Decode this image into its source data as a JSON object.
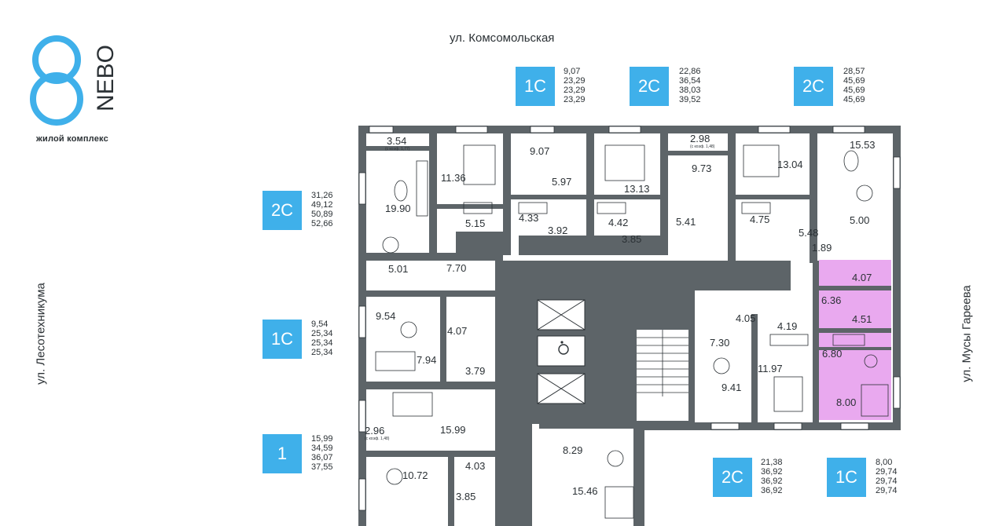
{
  "logo": {
    "name": "NEBO",
    "subtitle": "жилой комплекс"
  },
  "streets": {
    "top": "ул. Комсомольская",
    "left": "ул. Лесотехникума",
    "right": "ул. Мусы Гареева"
  },
  "apartments": [
    {
      "type": "1С",
      "areas": [
        "9,07",
        "23,29",
        "23,29",
        "23,29"
      ]
    },
    {
      "type": "2С",
      "areas": [
        "22,86",
        "36,54",
        "38,03",
        "39,52"
      ]
    },
    {
      "type": "2С",
      "areas": [
        "28,57",
        "45,69",
        "45,69",
        "45,69"
      ]
    },
    {
      "type": "2С",
      "areas": [
        "31,26",
        "49,12",
        "50,89",
        "52,66"
      ]
    },
    {
      "type": "1С",
      "areas": [
        "9,54",
        "25,34",
        "25,34",
        "25,34"
      ]
    },
    {
      "type": "1",
      "areas": [
        "15,99",
        "34,59",
        "36,07",
        "37,55"
      ]
    },
    {
      "type": "2С",
      "areas": [
        "21,38",
        "36,92",
        "36,92",
        "36,92"
      ]
    },
    {
      "type": "1С",
      "areas": [
        "8,00",
        "29,74",
        "29,74",
        "29,74"
      ]
    }
  ],
  "highlight_color": "#e9a9ef",
  "accent_color": "#3fb0ea",
  "wall_color": "#5d6468",
  "room_areas": [
    "3.54",
    "11.36",
    "9.07",
    "5.97",
    "13.13",
    "2.98",
    "9.73",
    "13.04",
    "15.53",
    "19.90",
    "5.15",
    "4.33",
    "3.92",
    "4.42",
    "3.85",
    "5.41",
    "4.75",
    "5.48",
    "5.00",
    "1.89",
    "5.01",
    "7.70",
    "9.54",
    "4.07",
    "7.94",
    "3.79",
    "2.96",
    "15.99",
    "10.72",
    "4.03",
    "3.85",
    "8.29",
    "15.46",
    "4.05",
    "4.19",
    "7.30",
    "11.97",
    "9.41",
    "6.36",
    "4.07",
    "4.51",
    "6.80",
    "8.00"
  ],
  "balcony_notes": [
    "(с коэф. 1,77)",
    "(с коэф. 1,48)",
    "(с коэф. 1,48)"
  ]
}
